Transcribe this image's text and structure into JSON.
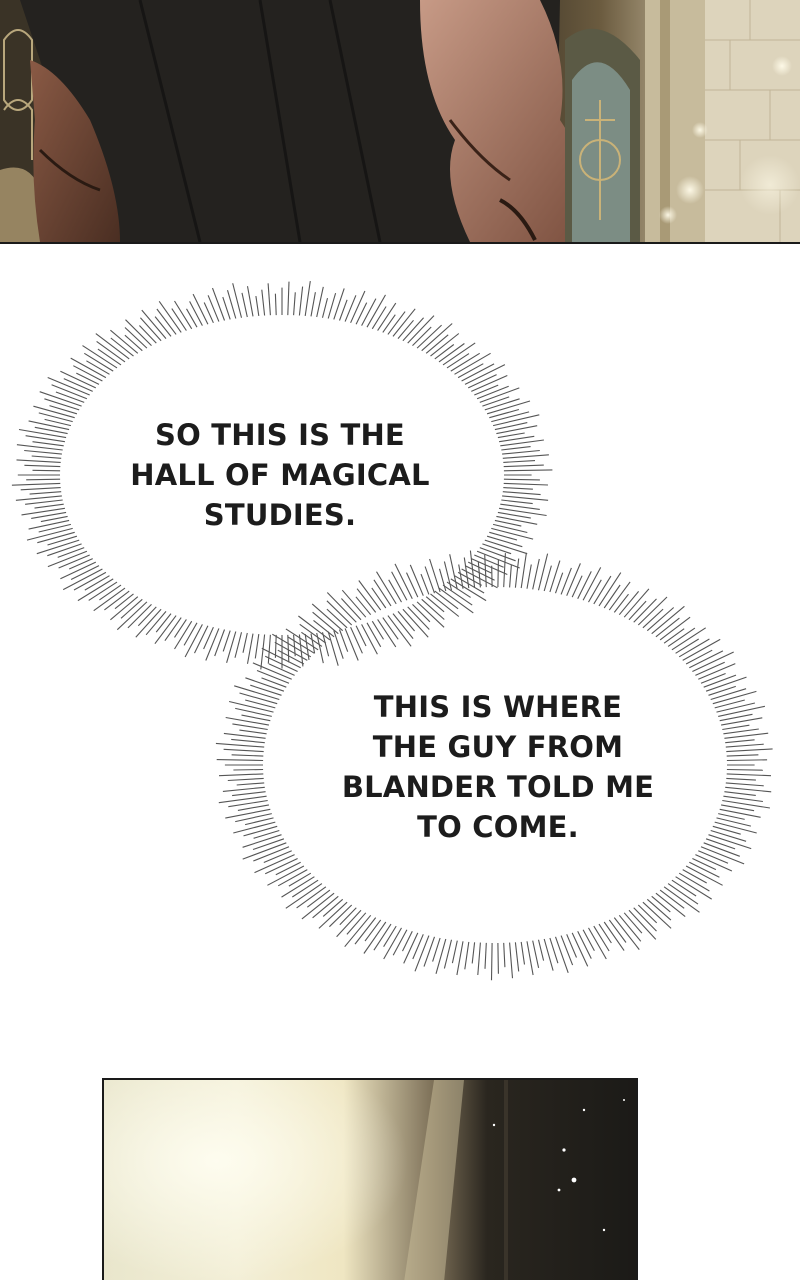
{
  "panels": {
    "top": {
      "art": "man-in-dark-robe-cathedral-window-art"
    },
    "bottom": {
      "art": "hazy-light-doorway-art"
    }
  },
  "bubbles": [
    {
      "lines": [
        "SO THIS IS THE",
        "HALL OF MAGICAL",
        "STUDIES."
      ]
    },
    {
      "lines": [
        "THIS IS WHERE",
        "THE GUY FROM",
        "BLANDER TOLD ME",
        "TO COME."
      ]
    }
  ],
  "colors": {
    "text": "#1c1c1c",
    "burst": "#555555",
    "background": "#ffffff"
  }
}
